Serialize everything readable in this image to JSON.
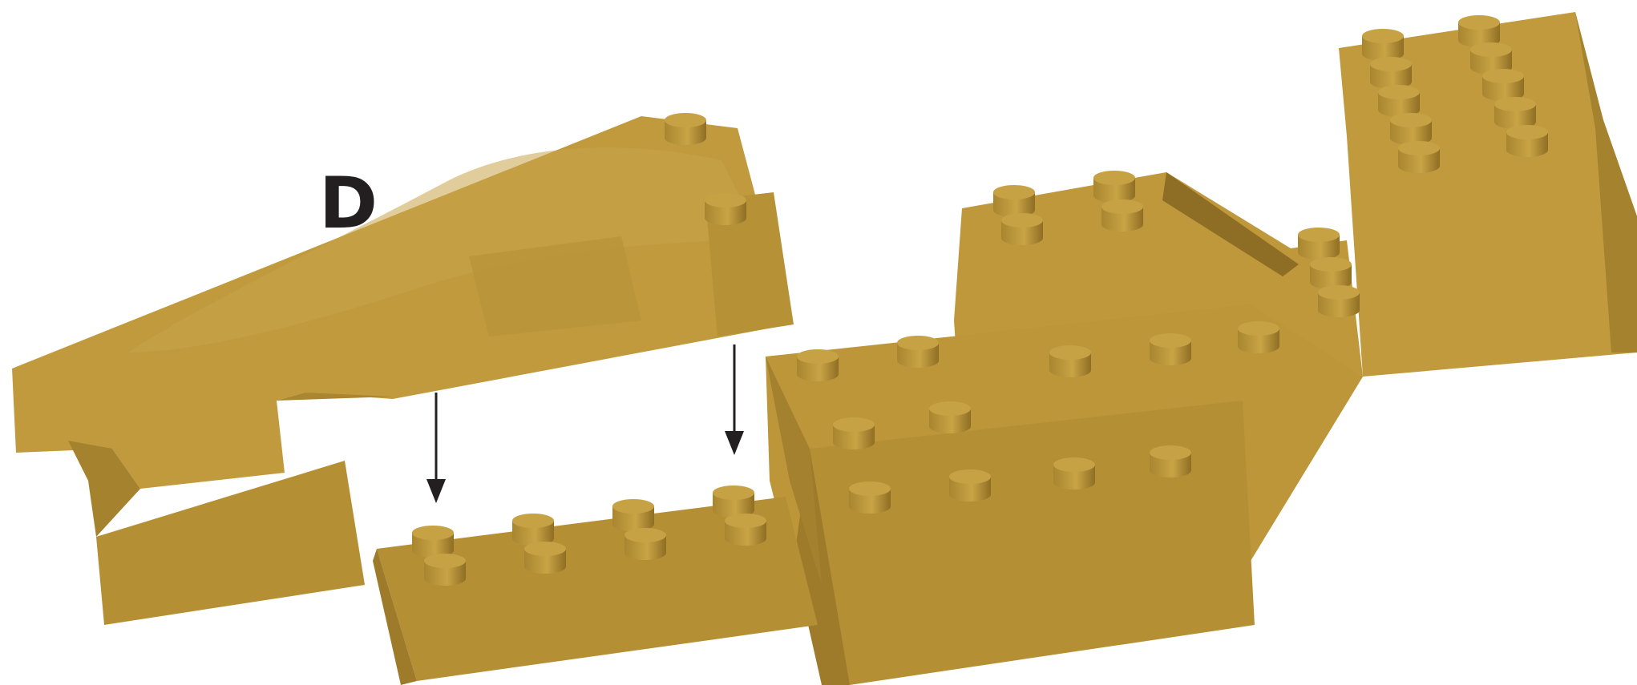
{
  "diagram": {
    "step_label": "D",
    "colors": {
      "brick_top": "#C4A040",
      "brick_front": "#B58F34",
      "brick_side": "#9E7B2A",
      "brick_dark": "#8A6A22",
      "arrow": "#231F20",
      "background": "#FFFFFF"
    },
    "parts": [
      {
        "name": "wedge-slope-brick",
        "role": "piece being added"
      },
      {
        "name": "plate-2x4-top-surface",
        "role": "attachment target"
      },
      {
        "name": "base-assembly",
        "role": "existing model"
      }
    ],
    "arrows": [
      {
        "name": "placement-arrow-left",
        "icon": "arrow-down-icon"
      },
      {
        "name": "placement-arrow-right",
        "icon": "arrow-down-icon"
      }
    ]
  }
}
